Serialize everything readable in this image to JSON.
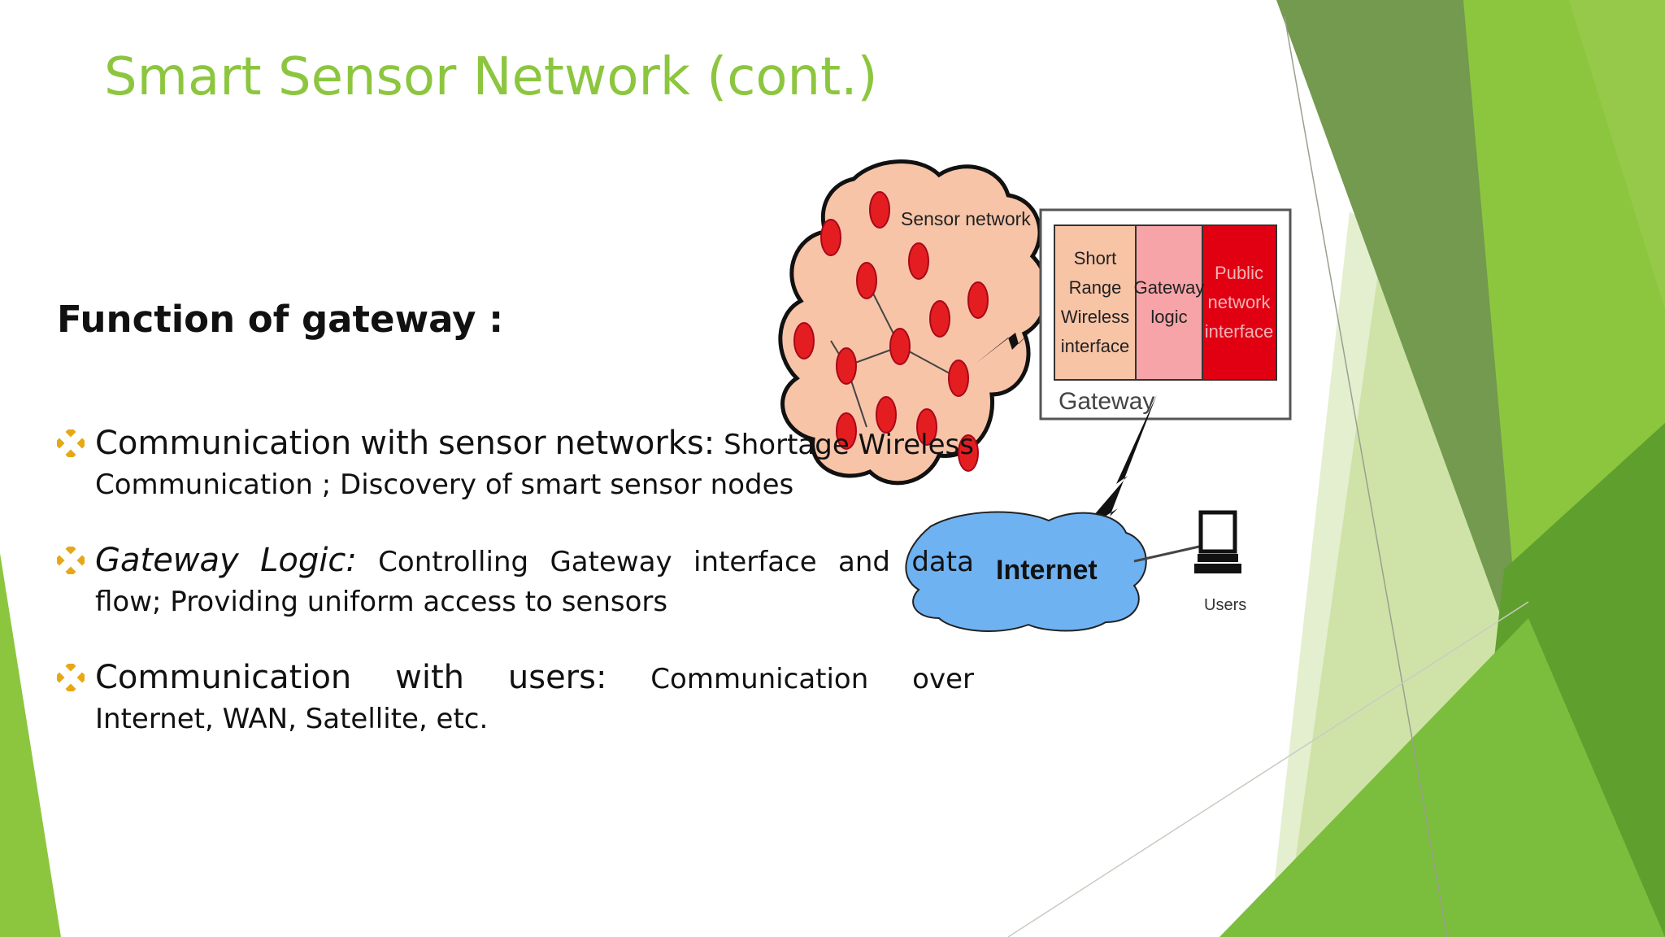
{
  "slide": {
    "title": "Smart Sensor Network (cont.)",
    "subtitle": "Function of gateway :",
    "colors": {
      "title": "#8cc63f",
      "bullet_marker": "#e6a817",
      "green_dark": "#5a9a2a",
      "green_light": "#8cc63f",
      "sensor_cloud": "#f7c4a8",
      "sensor_node": "#e41e20",
      "internet_cloud": "#6fb2f2"
    },
    "bullets": [
      {
        "line1": [
          {
            "text": "Communication",
            "style": "big"
          },
          {
            "text": "with",
            "style": "big"
          },
          {
            "text": "sensor",
            "style": "big"
          },
          {
            "text": "networks:",
            "style": "big"
          },
          {
            "text": "Shortage",
            "style": "small"
          },
          {
            "text": "Wireless",
            "style": "small"
          }
        ],
        "line2": "Communication ;  Discovery of smart sensor nodes"
      },
      {
        "line1": [
          {
            "text": "Gateway",
            "style": "big-italic"
          },
          {
            "text": "Logic:",
            "style": "big-italic"
          },
          {
            "text": "Controlling",
            "style": "small"
          },
          {
            "text": "Gateway",
            "style": "small"
          },
          {
            "text": "interface",
            "style": "small"
          },
          {
            "text": "and",
            "style": "small"
          },
          {
            "text": "data",
            "style": "small"
          }
        ],
        "line2": "flow; Providing uniform access to sensors"
      },
      {
        "line1": [
          {
            "text": "Communication",
            "style": "big"
          },
          {
            "text": "with",
            "style": "big"
          },
          {
            "text": "users:",
            "style": "big"
          },
          {
            "text": "Communication",
            "style": "small"
          },
          {
            "text": "over",
            "style": "small"
          }
        ],
        "line2": "Internet, WAN, Satellite, etc."
      }
    ],
    "diagram": {
      "sensor_network_label": "Sensor network",
      "gateway_label": "Gateway",
      "gateway_cells": [
        {
          "lines": [
            "Short",
            "Range",
            "Wireless",
            "interface"
          ],
          "color": "#f8c4a6"
        },
        {
          "lines": [
            "Gateway",
            "logic"
          ],
          "color": "#f6a4a8"
        },
        {
          "lines": [
            "Public",
            "network",
            "interface"
          ],
          "color": "#e00012"
        }
      ],
      "internet_label": "Internet",
      "users_label": "Users"
    }
  }
}
